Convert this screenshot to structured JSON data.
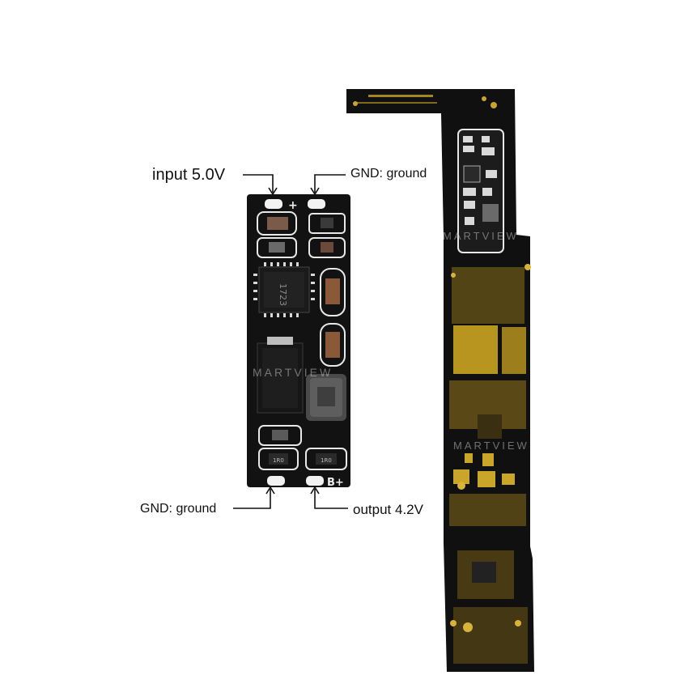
{
  "labels": {
    "input": "input 5.0V",
    "gnd_top": "GND: ground",
    "gnd_bottom": "GND: ground",
    "output": "output 4.2V"
  },
  "module_marks": {
    "plus": "+",
    "chip": "1723",
    "r1": "1R0",
    "r2": "1R0",
    "b_plus": "B+"
  },
  "watermark": "MARTVIEW",
  "colors": {
    "board": "#141414",
    "gold": "#c9a52a",
    "white_outline": "#e8e8e8",
    "background": "#ffffff"
  }
}
